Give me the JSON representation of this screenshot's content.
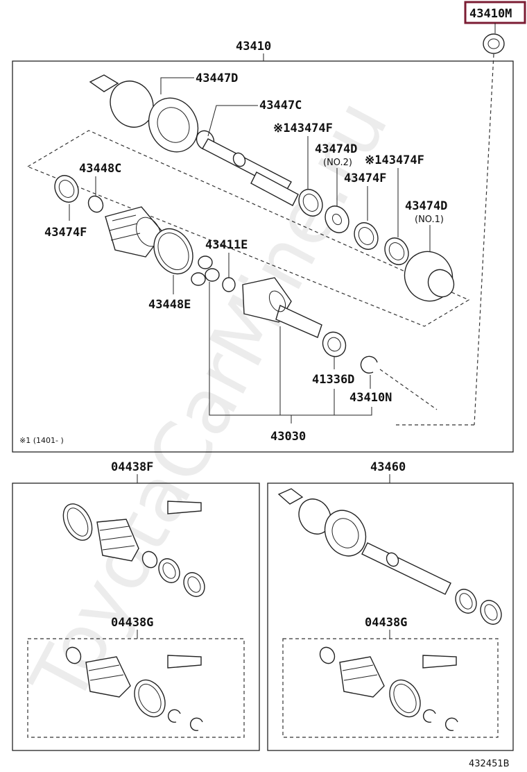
{
  "accent_color": "#7b1c33",
  "watermark": "ToyotaCarMine.ru",
  "figure_id": "432451B",
  "footnote": "※1 (1401-   )",
  "callouts": {
    "highlighted": "43410M",
    "main_assembly": "43410",
    "outer_joint": "43447D",
    "outer_shaft": "43447C",
    "clamp_f_top": "※143474F",
    "clamp_d_no2": "43474D",
    "clamp_d_no2_note": "(NO.2)",
    "clamp_f_right": "※143474F",
    "clamp_f_mid": "43474F",
    "damper_d_no1": "43474D",
    "damper_d_no1_note": "(NO.1)",
    "clamp_c": "43448C",
    "clamp_f_left": "43474F",
    "spider": "43411E",
    "boot_clamp_e": "43448E",
    "seal": "41336D",
    "snap_ring": "43410N",
    "inboard_joint": "43030",
    "kit_f": "04438F",
    "kit_g_left": "04438G",
    "outer_assembly": "43460",
    "kit_g_right": "04438G"
  }
}
